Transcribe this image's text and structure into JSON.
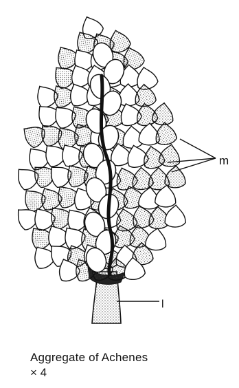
{
  "labels": {
    "m": "m",
    "l": "l"
  },
  "caption": {
    "title": "Aggregate of Achenes",
    "scale": "× 4"
  },
  "colors": {
    "ink": "#111111",
    "paper": "#ffffff"
  }
}
